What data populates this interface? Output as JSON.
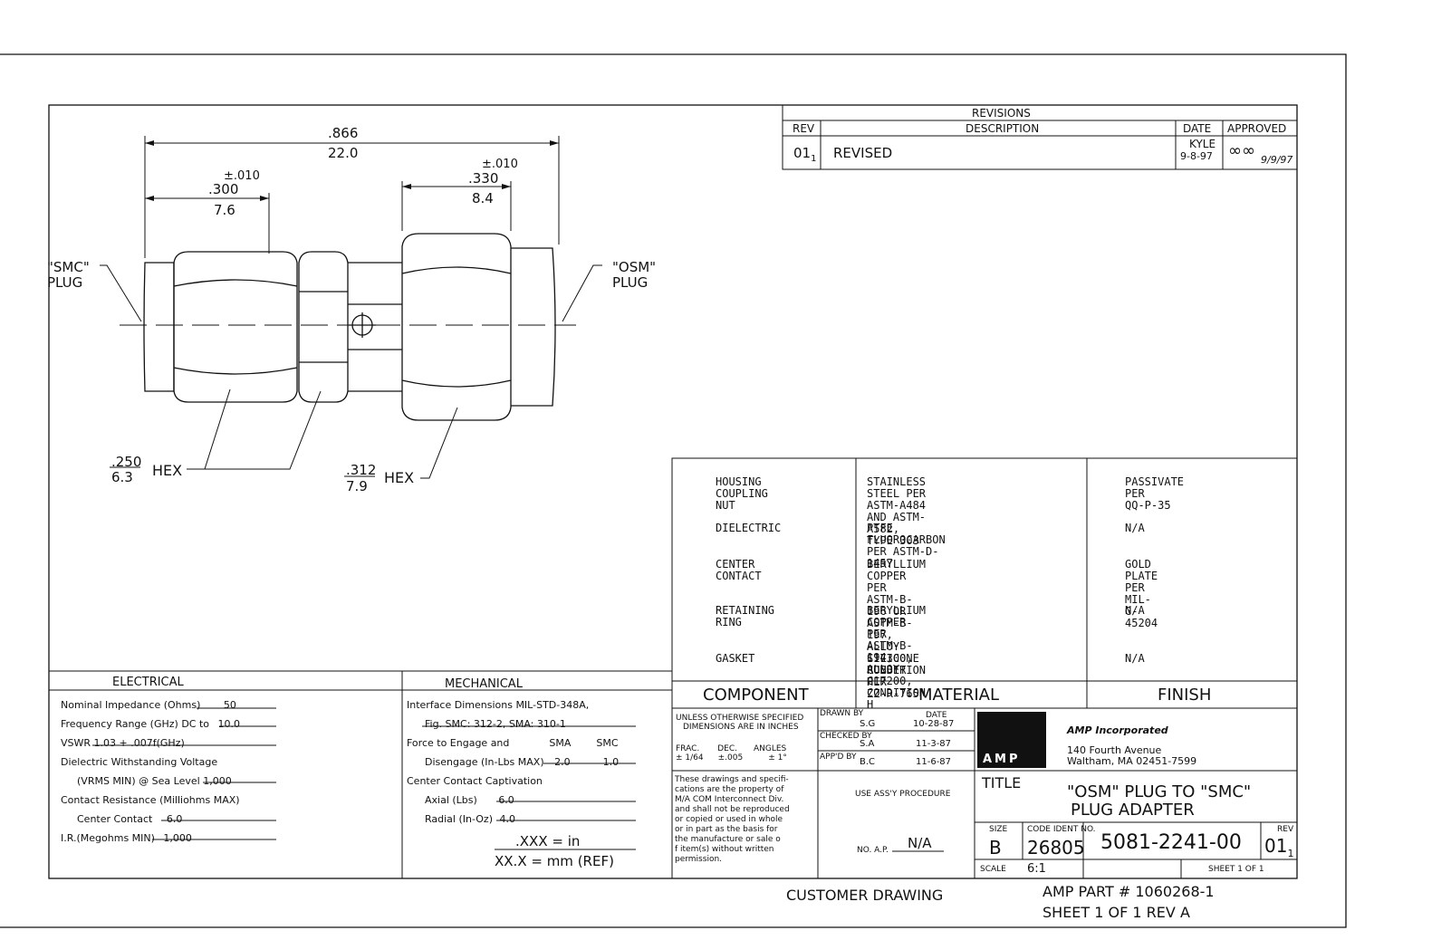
{
  "revisions": {
    "title": "REVISIONS",
    "col_rev": "REV",
    "col_description": "DESCRIPTION",
    "col_date": "DATE",
    "col_approved": "APPROVED",
    "row_rev": "01",
    "row_rev_sub": "1",
    "row_description": "REVISED",
    "row_date_name": "KYLE",
    "row_date": "9-8-97",
    "row_approved_date": "9/9/97"
  },
  "drawing": {
    "overall_in": ".866",
    "overall_mm": "22.0",
    "left_tol": "±.010",
    "left_in": ".300",
    "left_mm": "7.6",
    "right_tol": "±.010",
    "right_in": ".330",
    "right_mm": "8.4",
    "smc_label_1": "\"SMC\"",
    "smc_label_2": "PLUG",
    "osm_label_1": "\"OSM\"",
    "osm_label_2": "PLUG",
    "hex1_in": ".250",
    "hex1_mm": "6.3",
    "hex1_label": "HEX",
    "hex2_in": ".312",
    "hex2_mm": "7.9",
    "hex2_label": "HEX"
  },
  "materials": {
    "rows": [
      {
        "component": [
          "HOUSING",
          "COUPLING NUT"
        ],
        "material": [
          "STAINLESS STEEL PER",
          "ASTM-A484 AND ASTM-",
          "A582, TYPE 303"
        ],
        "finish": [
          "PASSIVATE PER",
          "QQ-P-35"
        ]
      },
      {
        "component": [
          "DIELECTRIC"
        ],
        "material": [
          "PTFE FLUOROCARBON",
          "PER ASTM-D-1457"
        ],
        "finish": [
          "N/A"
        ]
      },
      {
        "component": [
          "CENTER CONTACT"
        ],
        "material": [
          "BERYLLIUM COPPER PER",
          "ASTM-B-196 OR ASTM-B-197,",
          "ALLOY C17300, CONDITION H"
        ],
        "finish": [
          "GOLD PLATE PER",
          "MIL-G-45204"
        ]
      },
      {
        "component": [
          "RETAINING RING"
        ],
        "material": [
          "BERYLLIUM COPPER PER",
          "ASTM-B-194, ALLOY",
          "C17200, CONDITION H"
        ],
        "finish": [
          "N/A"
        ]
      },
      {
        "component": [
          "GASKET"
        ],
        "material": [
          "SILICONE RUBBER PER",
          "ZZ-R-765"
        ],
        "finish": [
          "N/A"
        ]
      }
    ],
    "header_component": "COMPONENT",
    "header_material": "MATERIAL",
    "header_finish": "FINISH"
  },
  "electrical": {
    "title": "ELECTRICAL",
    "impedance_label": "Nominal Impedance (Ohms)",
    "impedance": "50",
    "freq_label": "Frequency Range (GHz) DC to",
    "freq": "10.0",
    "vswr_label": "VSWR",
    "vswr": "1.03 + .007f(GHz)",
    "dwv_label_1": "Dielectric Withstanding Voltage",
    "dwv_label_2": "(VRMS MIN) @ Sea Level",
    "dwv": "1,000",
    "cr_label": "Contact Resistance (Milliohms MAX)",
    "cc_label": "Center Contact",
    "cc": "6.0",
    "ir_label": "I.R.(Megohms MIN)",
    "ir": "1,000"
  },
  "mechanical": {
    "title": "MECHANICAL",
    "iface_1": "Interface Dimensions MIL-STD-348A,",
    "iface_2": "Fig. SMC: 312-2, SMA: 310-1",
    "force_label": "Force to Engage and",
    "col_sma": "SMA",
    "col_smc": "SMC",
    "disengage_label": "Disengage (In-Lbs MAX)",
    "disengage_sma": "2.0",
    "disengage_smc": "1.0",
    "captivation": "Center Contact Captivation",
    "axial_label": "Axial (Lbs)",
    "axial": "6.0",
    "radial_label": "Radial (In-Oz)",
    "radial": "4.0",
    "units_in": ".XXX = in",
    "units_mm": "XX.X = mm (REF)"
  },
  "tolerances": {
    "line1": "UNLESS OTHERWISE SPECIFIED",
    "line2": "DIMENSIONS ARE IN INCHES",
    "frac": "FRAC.",
    "dec": "DEC.",
    "angles": "ANGLES",
    "frac_v": "± 1/64",
    "dec_v": "±.005",
    "angles_v": "± 1°",
    "notice": [
      "These drawings and specifi-",
      "cations are the property of",
      "M/A COM Interconnect Div.",
      "and shall not be reproduced",
      "or copied or used in whole",
      "or in part as the basis for",
      "the manufacture or sale o",
      "f item(s) without written",
      "permission."
    ]
  },
  "signoff": {
    "drawn_by_label": "DRAWN BY",
    "date_label": "DATE",
    "drawn_by": "S.G",
    "drawn_date": "10-28-87",
    "checked_by_label": "CHECKED BY",
    "checked_by": "S.A",
    "checked_date": "11-3-87",
    "appd_by_label": "APP'D BY",
    "appd_by": "B.C",
    "appd_date": "11-6-87",
    "procedure": "USE ASS'Y PROCEDURE",
    "nap_label": "NO. A.P.",
    "nap": "N/A"
  },
  "company": {
    "logo": "AMP",
    "name": "AMP Incorporated",
    "address_1": "140 Fourth Avenue",
    "address_2": "Waltham, MA 02451-7599"
  },
  "titleblock": {
    "title_label": "TITLE",
    "title_1": "\"OSM\" PLUG TO \"SMC\"",
    "title_2": "PLUG ADAPTER",
    "size_label": "SIZE",
    "size": "B",
    "code_label": "CODE IDENT NO.",
    "code": "26805",
    "dwg_no": "5081-2241-00",
    "rev_label": "REV",
    "rev": "01",
    "rev_sub": "1",
    "scale_label": "SCALE",
    "scale": "6:1",
    "sheet": "SHEET 1 OF 1"
  },
  "footer": {
    "customer": "CUSTOMER DRAWING",
    "part": "AMP PART # 1060268-1",
    "sheet_rev": "SHEET 1 OF 1  REV A"
  }
}
